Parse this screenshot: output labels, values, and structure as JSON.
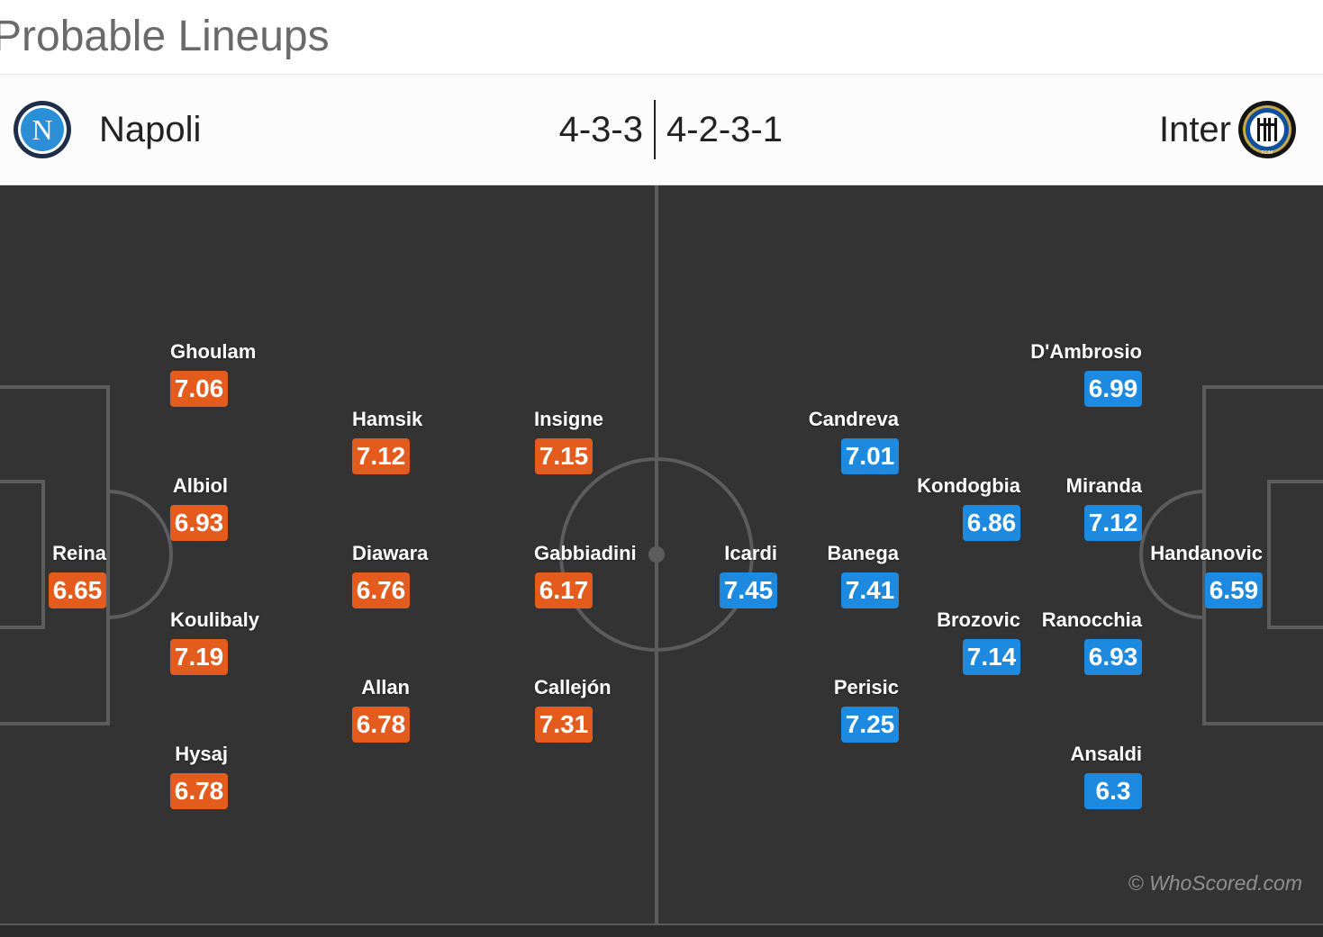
{
  "header": {
    "title": "Probable Lineups"
  },
  "colors": {
    "home_rating": "#e35b1d",
    "away_rating": "#1d8adf",
    "pitch": "#333333"
  },
  "home": {
    "name": "Napoli",
    "formation": "4-3-3",
    "badge_icon": "napoli-badge-icon",
    "badge_letter": "N",
    "players": [
      {
        "name": "Reina",
        "rating": "6.65"
      },
      {
        "name": "Ghoulam",
        "rating": "7.06"
      },
      {
        "name": "Albiol",
        "rating": "6.93"
      },
      {
        "name": "Koulibaly",
        "rating": "7.19"
      },
      {
        "name": "Hysaj",
        "rating": "6.78"
      },
      {
        "name": "Hamsik",
        "rating": "7.12"
      },
      {
        "name": "Diawara",
        "rating": "6.76"
      },
      {
        "name": "Allan",
        "rating": "6.78"
      },
      {
        "name": "Insigne",
        "rating": "7.15"
      },
      {
        "name": "Gabbiadini",
        "rating": "6.17"
      },
      {
        "name": "Callejón",
        "rating": "7.31"
      }
    ]
  },
  "away": {
    "name": "Inter",
    "formation": "4-2-3-1",
    "badge_icon": "inter-badge-icon",
    "badge_letters": "FCIM",
    "players": [
      {
        "name": "Handanovic",
        "rating": "6.59"
      },
      {
        "name": "D'Ambrosio",
        "rating": "6.99"
      },
      {
        "name": "Miranda",
        "rating": "7.12"
      },
      {
        "name": "Ranocchia",
        "rating": "6.93"
      },
      {
        "name": "Ansaldi",
        "rating": "6.3"
      },
      {
        "name": "Kondogbia",
        "rating": "6.86"
      },
      {
        "name": "Brozovic",
        "rating": "7.14"
      },
      {
        "name": "Candreva",
        "rating": "7.01"
      },
      {
        "name": "Banega",
        "rating": "7.41"
      },
      {
        "name": "Perisic",
        "rating": "7.25"
      },
      {
        "name": "Icardi",
        "rating": "7.45"
      }
    ]
  },
  "watermark": "© WhoScored.com"
}
